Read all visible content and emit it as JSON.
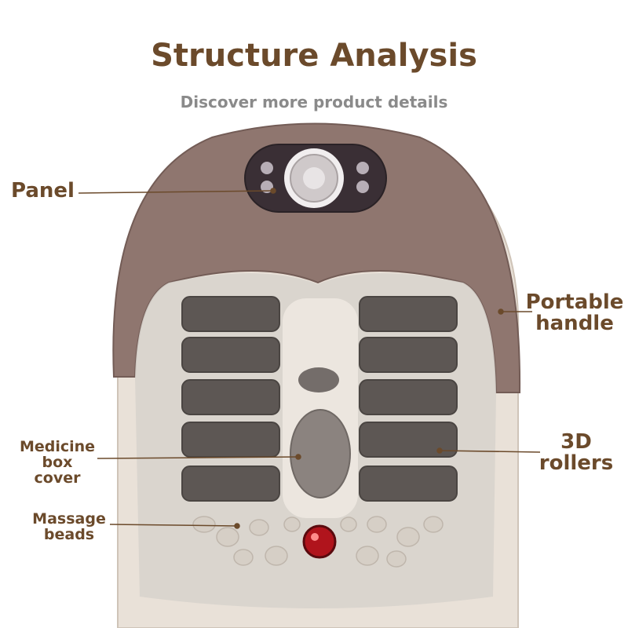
{
  "header": {
    "title": "Structure Analysis",
    "subtitle": "Discover more product details"
  },
  "callouts": {
    "panel": {
      "lines": [
        "Panel"
      ]
    },
    "portable_handle": {
      "lines": [
        "Portable",
        "handle"
      ]
    },
    "rollers": {
      "lines": [
        "3D",
        "rollers"
      ]
    },
    "medicine_box_cover": {
      "lines": [
        "Medicine",
        "box",
        "cover"
      ]
    },
    "massage_beads": {
      "lines": [
        "Massage",
        "beads"
      ]
    }
  },
  "colors": {
    "accent_brown": "#6b4a2b",
    "subtitle_gray": "#8a8a8a",
    "shell_mauve": "#8f766f",
    "basin_cream": "#e9e1d8",
    "roller_gray": "#5d5754",
    "heater_red": "#b0141c"
  }
}
